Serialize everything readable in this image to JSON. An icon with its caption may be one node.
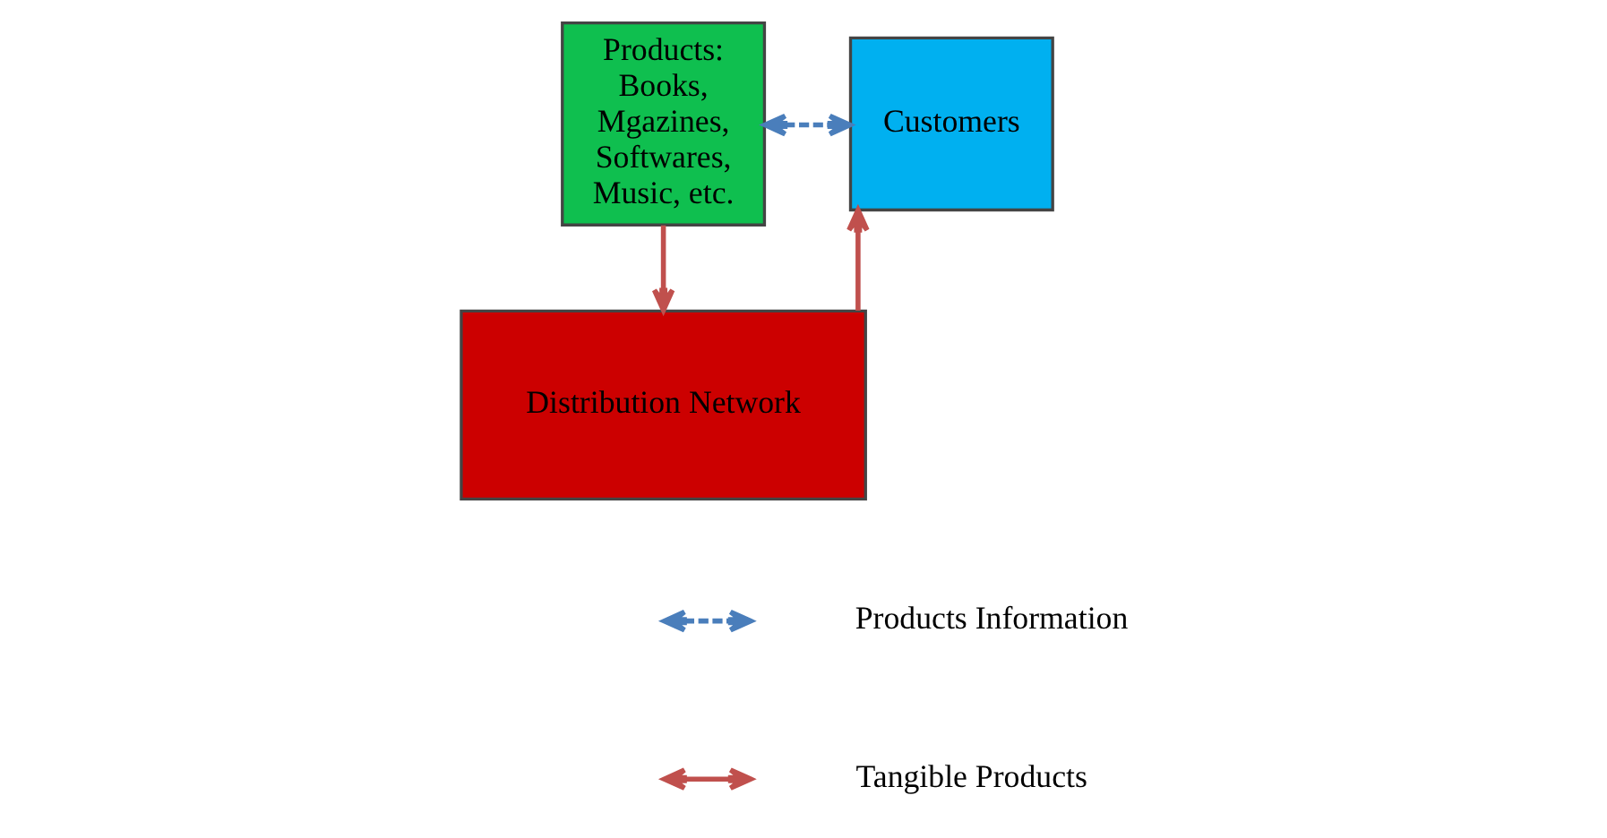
{
  "diagram": {
    "nodes": [
      {
        "text": [
          "Products: Books, Mgazines, Softwares, Music, etc."
        ]
      },
      {
        "text": [
          "Distribution Network"
        ]
      },
      {
        "text": [
          "Customers"
        ]
      }
    ],
    "edges": [
      {
        "from": 0,
        "to": 2,
        "arrow": "both",
        "style": "dashed",
        "color": "#4a7ebb"
      },
      {
        "from": 0,
        "to": 1,
        "arrow": "to"
      },
      {
        "from": 1,
        "to": 2,
        "arrow": "to"
      }
    ],
    "legend": [
      {
        "text": "Products Information"
      },
      {
        "text": "Tangible Products"
      }
    ]
  }
}
